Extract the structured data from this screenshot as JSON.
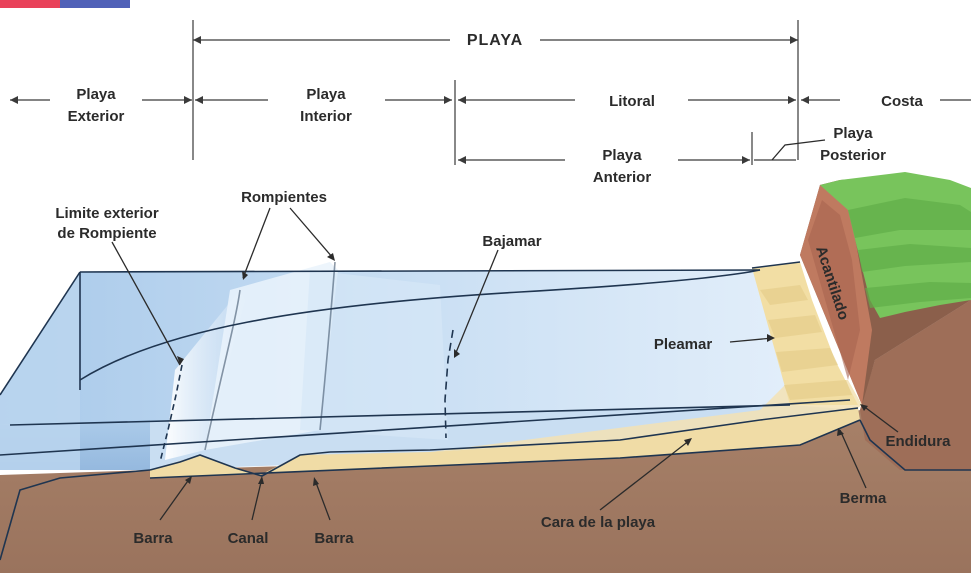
{
  "labels": {
    "playa": "PLAYA",
    "playa_exterior_1": "Playa",
    "playa_exterior_2": "Exterior",
    "playa_interior_1": "Playa",
    "playa_interior_2": "Interior",
    "litoral": "Litoral",
    "costa": "Costa",
    "playa_anterior_1": "Playa",
    "playa_anterior_2": "Anterior",
    "playa_posterior_1": "Playa",
    "playa_posterior_2": "Posterior",
    "limite_1": "Limite exterior",
    "limite_2": "de Rompiente",
    "rompientes": "Rompientes",
    "bajamar": "Bajamar",
    "acantilado": "Acantilado",
    "pleamar": "Pleamar",
    "endidura": "Endidura",
    "berma": "Berma",
    "cara_playa": "Cara de la playa",
    "barra_left": "Barra",
    "canal": "Canal",
    "barra_right": "Barra"
  },
  "colors": {
    "water_light": "#dbeaf7",
    "water_mid": "#b9d4ee",
    "water_deep": "#9dc0e4",
    "sand": "#f1dfb0",
    "sand_dark": "#e0c88c",
    "ground": "#a77e64",
    "ground_dark": "#8f6650",
    "cliff_face": "#b8745c",
    "grass": "#7cc462",
    "grass_dark": "#5aa546",
    "line": "#1f3550",
    "text": "#2b2b2b"
  }
}
